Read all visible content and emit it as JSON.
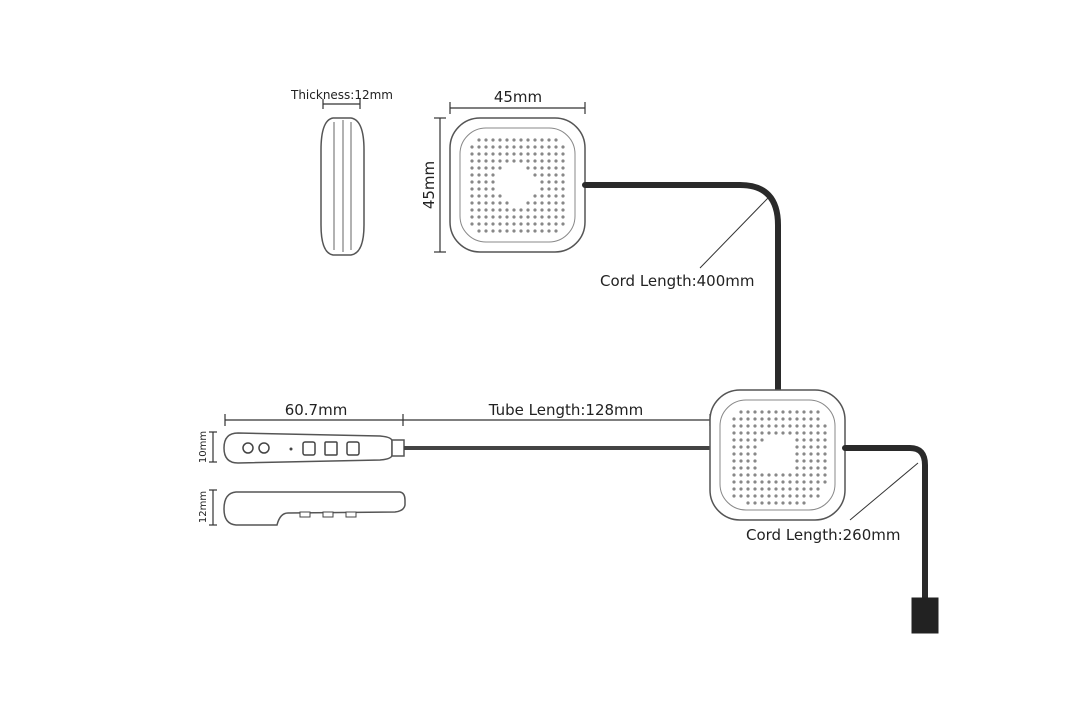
{
  "labels": {
    "thickness": "Thickness:12mm",
    "width_top": "45mm",
    "height_left": "45mm",
    "cord_top": "Cord Length:400mm",
    "remote_width": "60.7mm",
    "tube_length": "Tube Length:128mm",
    "remote_height_10": "10mm",
    "remote_height_12": "12mm",
    "cord_bottom": "Cord Length:260mm"
  },
  "colors": {
    "line": "#2a2a2a",
    "outline": "#555555",
    "dots": "#888888"
  }
}
